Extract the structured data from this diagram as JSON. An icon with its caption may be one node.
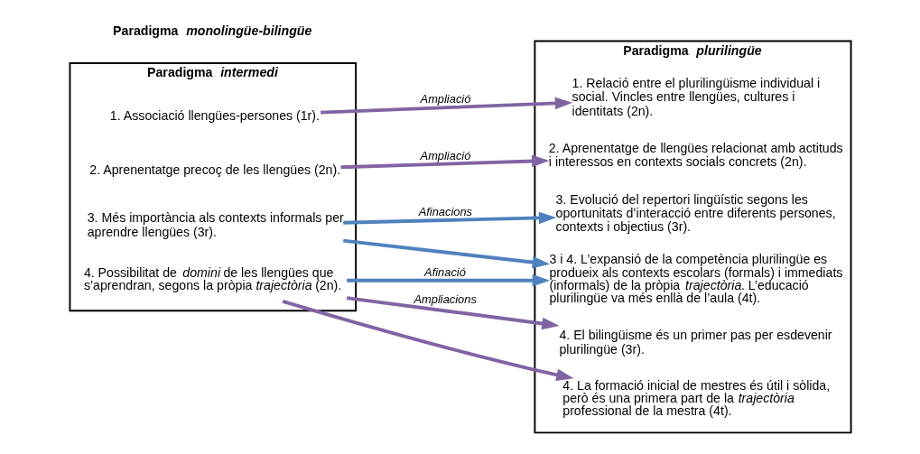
{
  "diagram": {
    "nodes": [
      {
        "text": [
          "Paradigma *intermedi*"
        ]
      },
      {
        "text": [
          "1. Associació llengües-persones (1r)."
        ],
        "in": 0
      },
      {
        "text": [
          "2. Aprenentatge precoç de les llengües (2n)."
        ],
        "in": 0
      },
      {
        "text": [
          "3. Més importància als contexts informals per aprendre llengües (3r)."
        ],
        "in": 0
      },
      {
        "text": [
          "4. Possibilitat de *domini* de les llengües que s’aprendran, segons la pròpia *trajectòria* (2n)."
        ],
        "in": 0
      },
      {
        "text": [
          "Paradigma *plurilingüe*"
        ]
      },
      {
        "text": [
          "1. Relació entre el plurilingüisme individual i social. Vincles entre llengües, cultures i identitats (2n)."
        ],
        "in": 5
      },
      {
        "text": [
          "2. Aprenentatge de llengües relacionat amb actituds i interessos en contexts socials concrets (2n)."
        ],
        "in": 5
      },
      {
        "text": [
          "3. Evolució del repertori lingüístic segons les oportunitats d’interacció entre diferents persones, contexts i objectius (3r)."
        ],
        "in": 5
      },
      {
        "text": [
          "3 i 4. L’expansió de la competència plurilingüe es produeix als contexts escolars (formals) i immediats (informals) de la pròpia *trajectòria*. L’educació plurilingüe va més enllà de l’aula (4t)."
        ],
        "in": 5
      },
      {
        "text": [
          "4. El bilingüisme és un primer pas per esdevenir plurilingüe (3r)."
        ],
        "in": 5
      },
      {
        "text": [
          "4. La formació inicial de mestres és útil i sòlida, però és una primera part de la *trajectòria* professional de la mestra (4t)."
        ],
        "in": 5
      }
    ],
    "edges": [
      {
        "from": 1,
        "to": 6,
        "arrow": "to",
        "label": "Ampliació"
      },
      {
        "from": 2,
        "to": 7,
        "arrow": "to",
        "label": "Ampliació"
      },
      {
        "from": 3,
        "to": 8,
        "arrow": "to",
        "label": "Afinacions",
        "color": "#4f81bd"
      },
      {
        "from": 3,
        "to": 9,
        "arrow": "to",
        "color": "#4f81bd"
      },
      {
        "from": 4,
        "to": 9,
        "arrow": "to",
        "label": "Afinació",
        "color": "#4f81bd"
      },
      {
        "from": 4,
        "to": 10,
        "arrow": "to",
        "label": "Ampliacions"
      },
      {
        "from": 4,
        "to": 11,
        "arrow": "to"
      }
    ],
    "labels": [
      "Paradigma *monolingüe-bilingüe*"
    ]
  }
}
